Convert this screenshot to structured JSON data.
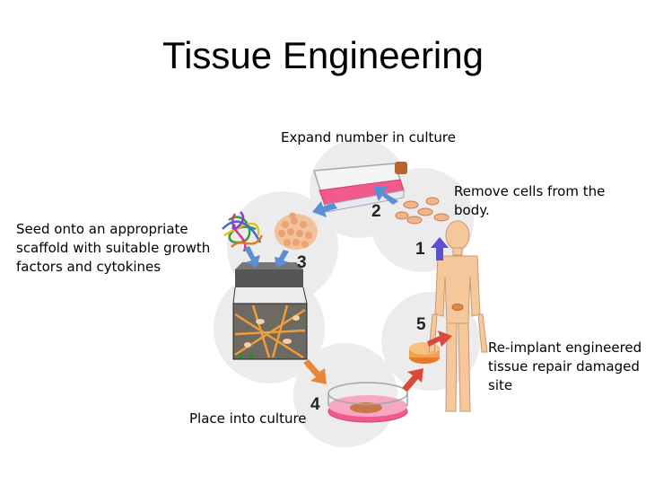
{
  "title": "Tissue Engineering",
  "captions": {
    "expand": "Expand number in culture",
    "remove": [
      "Remove cells from the",
      "body."
    ],
    "seed": [
      "Seed onto an appropriate",
      "scaffold with suitable growth",
      "factors and cytokines"
    ],
    "reimplant": [
      "Re-implant engineered",
      "tissue repair damaged",
      "site"
    ],
    "place": "Place into culture"
  },
  "steps": [
    "1",
    "2",
    "3",
    "4",
    "5"
  ],
  "colors": {
    "arrow_blue": "#5a8fd6",
    "arrow_purple": "#5b4fd6",
    "arrow_orange": "#e8863a",
    "arrow_red": "#d94a3a",
    "body": "#f6c79a",
    "flask_media": "#f25a8c",
    "cycle_circle": "#ececec"
  }
}
